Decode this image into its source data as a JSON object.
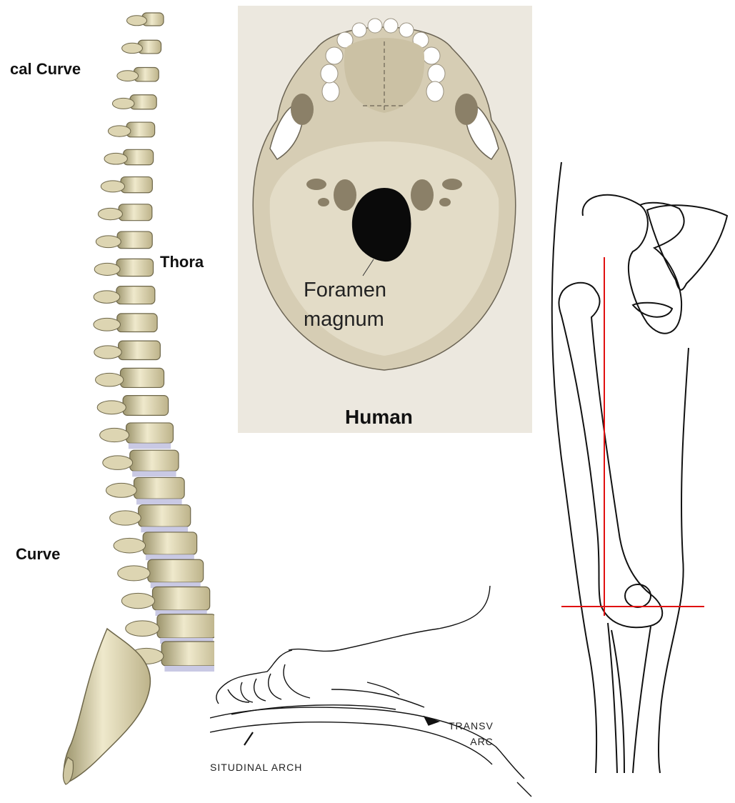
{
  "spine": {
    "cervical_label": "cal Curve",
    "thoracic_label": "Thora",
    "lumbar_label": "Curve"
  },
  "skull": {
    "foramen_label_line1": "Foramen",
    "foramen_label_line2": "magnum",
    "caption": "Human"
  },
  "foot": {
    "longitudinal_label": "SITUDINAL ARCH",
    "transverse_label_line1": "TRANSV",
    "transverse_label_line2": "ARC"
  },
  "leg": {
    "axis_line_color": "#e01010"
  },
  "colors": {
    "bone": "#ece6c8",
    "bone_shadow": "#b9ae85",
    "disc": "#c9c9e4",
    "skull_base": "#d6cdb4",
    "skull_dark": "#8b8068",
    "foramen": "#0a0a0a"
  }
}
